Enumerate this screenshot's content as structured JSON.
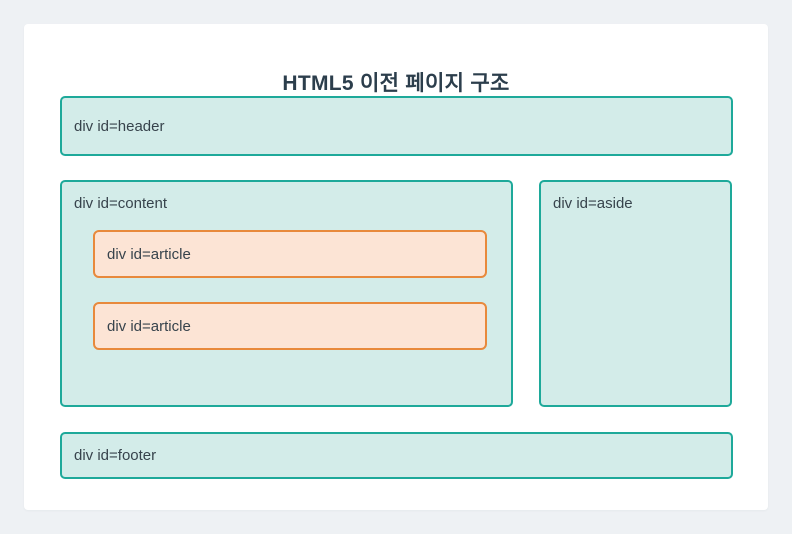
{
  "title": "HTML5 이전 페이지 구조",
  "diagram": {
    "header": {
      "label": "div id=header"
    },
    "content": {
      "label": "div id=content",
      "articles": [
        {
          "label": "div id=article"
        },
        {
          "label": "div id=article"
        }
      ]
    },
    "aside": {
      "label": "div id=aside"
    },
    "footer": {
      "label": "div id=footer"
    }
  },
  "colors": {
    "page_bg": "#eef1f4",
    "card_bg": "#ffffff",
    "title_color": "#2c3e4c",
    "label_color": "#37434c",
    "teal_border": "#1ea99a",
    "teal_fill": "#d3ece9",
    "orange_border": "#e8893c",
    "orange_fill": "#fce4d5"
  }
}
